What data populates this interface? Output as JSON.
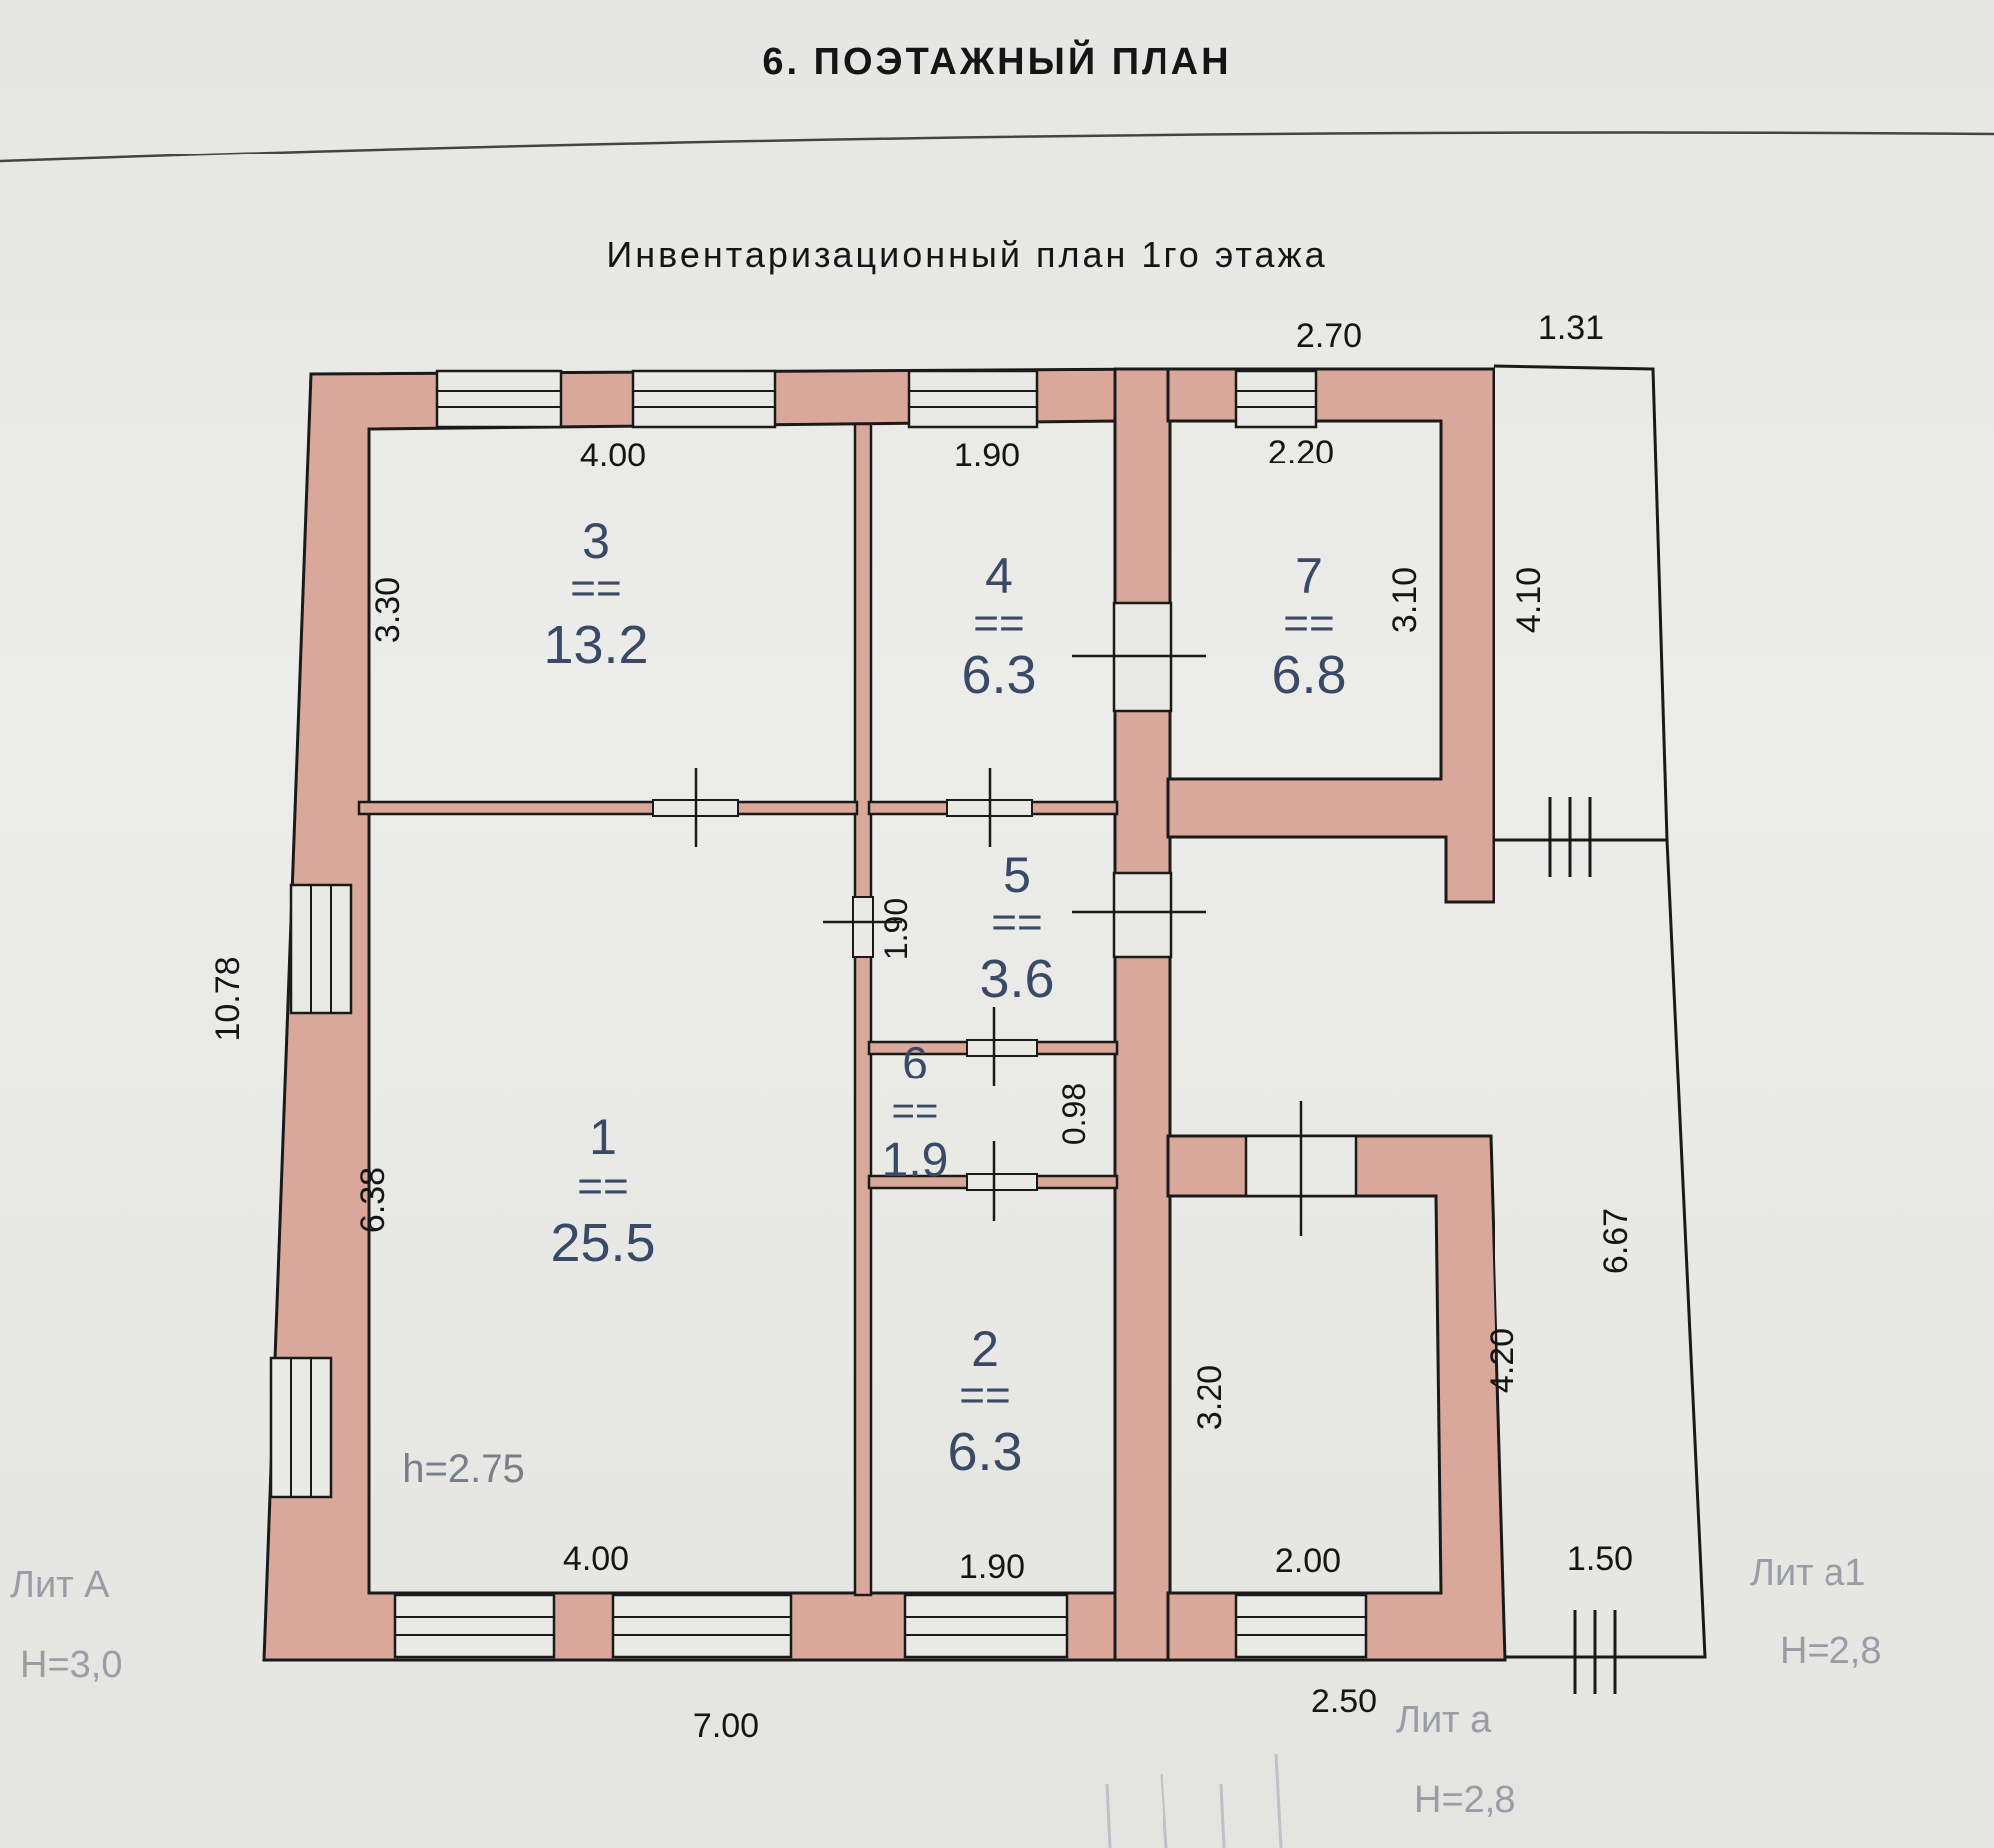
{
  "header": {
    "section_title": "6. ПОЭТАЖНЫЙ ПЛАН"
  },
  "plan": {
    "title": "Инвентаризационный план 1го этажа",
    "rooms": [
      {
        "number": "3",
        "area": "13.2"
      },
      {
        "number": "4",
        "area": "6.3"
      },
      {
        "number": "7",
        "area": "6.8"
      },
      {
        "number": "5",
        "area": "3.6"
      },
      {
        "number": "6",
        "area": "1.9"
      },
      {
        "number": "1",
        "area": "25.5"
      },
      {
        "number": "2",
        "area": "6.3"
      }
    ],
    "area_separator": "==",
    "ceiling_height": "h=2.75",
    "dimensions": {
      "top_2_70": "2.70",
      "top_1_31": "1.31",
      "r3_width": "4.00",
      "r4_width": "1.90",
      "r7_width": "2.20",
      "r3_height": "3.30",
      "r7_height": "3.10",
      "a1_top_height": "4.10",
      "overall_height": "10.78",
      "r5_height": "1.90",
      "r6_height": "0.98",
      "r1_height": "6.38",
      "a1_height": "6.67",
      "a_room_height": "3.20",
      "a_outer_height": "4.20",
      "r1_width": "4.00",
      "r2_width": "1.90",
      "a_room_width": "2.00",
      "a1_width": "1.50",
      "overall_width": "7.00",
      "a_width": "2.50"
    },
    "labels": {
      "lit_A": "Лит  А",
      "h_A": "Н=3,0",
      "lit_a1": "Лит  а1",
      "h_a1": "Н=2,8",
      "lit_a": "Лит  а",
      "h_a": "Н=2,8"
    }
  },
  "colors": {
    "wall": "#d9a89a",
    "line": "#1a1a1a",
    "page": "#e9e9e6"
  }
}
